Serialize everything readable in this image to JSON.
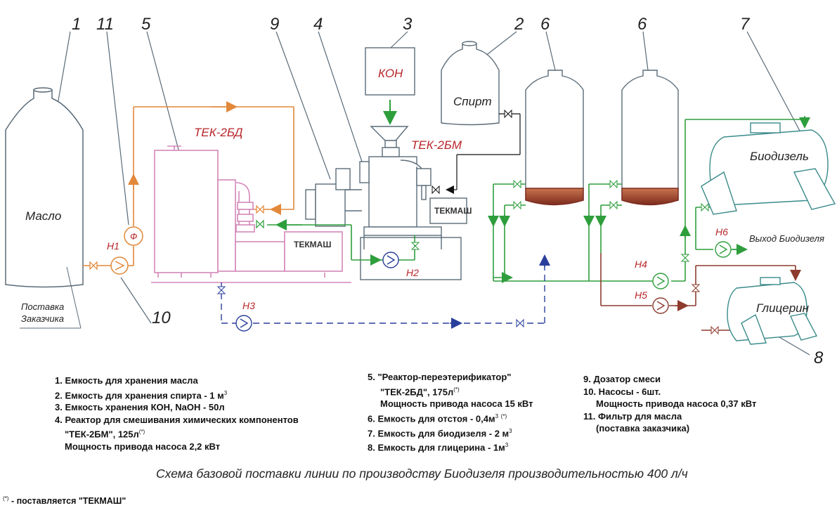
{
  "numbers": {
    "n1": "1",
    "n11": "11",
    "n5": "5",
    "n9": "9",
    "n4": "4",
    "n3": "3",
    "n2": "2",
    "n6a": "6",
    "n6b": "6",
    "n7": "7",
    "n8": "8",
    "n10": "10"
  },
  "labels": {
    "oil": "Масло",
    "supply_1": "Поставка",
    "supply_2": "Заказчика",
    "koh": "КОН",
    "alcohol": "Спирт",
    "biodiesel": "Биодизель",
    "glycerin": "Глицерин",
    "tek_2bd": "ТЕК-2БД",
    "tek_2bm": "ТЕК-2БМ",
    "tekmash_big": "ТЕКМАШ",
    "tekmash_small": "ТЕКМАШ",
    "filter_symbol": "Ф",
    "biodiesel_out": "Выход Биодизеля"
  },
  "pumps": {
    "h1": "Н1",
    "h2": "Н2",
    "h3": "Н3",
    "h4": "Н4",
    "h5": "Н5",
    "h6": "Н6"
  },
  "legend": {
    "col1": [
      "1. Емкость для хранения масла",
      "2. Емкость для хранения спирта - 1 м",
      "3. Емкость хранения КОН, NaOH - 50л",
      "4. Реактор для смешивания химических компонентов",
      "\"ТЕК-2БМ\", 125л",
      "Мощность привода насоса 2,2 кВт"
    ],
    "col2": [
      "5. \"Реактор-переэтерификатор\"",
      "\"ТЕК-2БД\", 175л",
      "Мощность привода насоса 15 кВт",
      "6. Емкость для отстоя - 0,4м",
      "7. Емкость для биодизеля - 2 м",
      "8. Емкость для глицерина - 1м"
    ],
    "col3": [
      "9. Дозатор смеси",
      "10. Насосы - 6шт.",
      "Мощность привода насоса 0,37 кВт",
      "11. Фильтр для масла",
      "(поставка заказчика)"
    ],
    "sup3": "3",
    "sup_star": "(*)"
  },
  "caption": "Схема базовой поставки линии по производству Биодизеля производительностью 400 л/ч",
  "footnote": {
    "mark": "(*)",
    "text": "- поставляется \"ТЕКМАШ\""
  },
  "colors": {
    "green": "#2e9e3c",
    "orange": "#e2883a",
    "blue": "#2a3f9c",
    "brown": "#8e3b2e",
    "pink": "#d487b8",
    "outline": "#5a6b78",
    "teal": "#3a8a8a"
  }
}
